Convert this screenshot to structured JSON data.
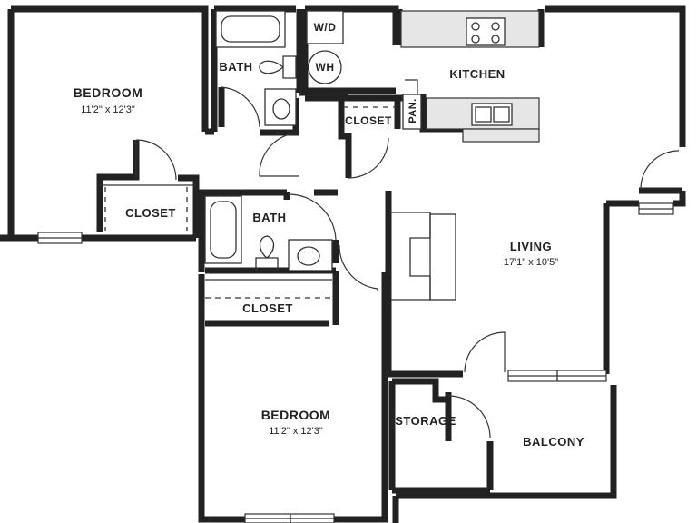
{
  "rooms": {
    "bedroom_top": {
      "label": "BEDROOM",
      "size": "11'2\" x 12'3\""
    },
    "bedroom_bottom": {
      "label": "BEDROOM",
      "size": "11'2\" x 12'3\""
    },
    "bath_top": {
      "label": "BATH"
    },
    "bath_mid": {
      "label": "BATH"
    },
    "closet_left": {
      "label": "CLOSET"
    },
    "closet_mid": {
      "label": "CLOSET"
    },
    "closet_hall": {
      "label": "CLOSET"
    },
    "kitchen": {
      "label": "KITCHEN"
    },
    "pantry": {
      "label": "PAN."
    },
    "living": {
      "label": "LIVING",
      "size": "17'1\" x 10'5\""
    },
    "storage": {
      "label": "STORAGE"
    },
    "balcony": {
      "label": "BALCONY"
    }
  },
  "fixtures": {
    "washer_dryer": "W/D",
    "water_heater": "WH"
  }
}
